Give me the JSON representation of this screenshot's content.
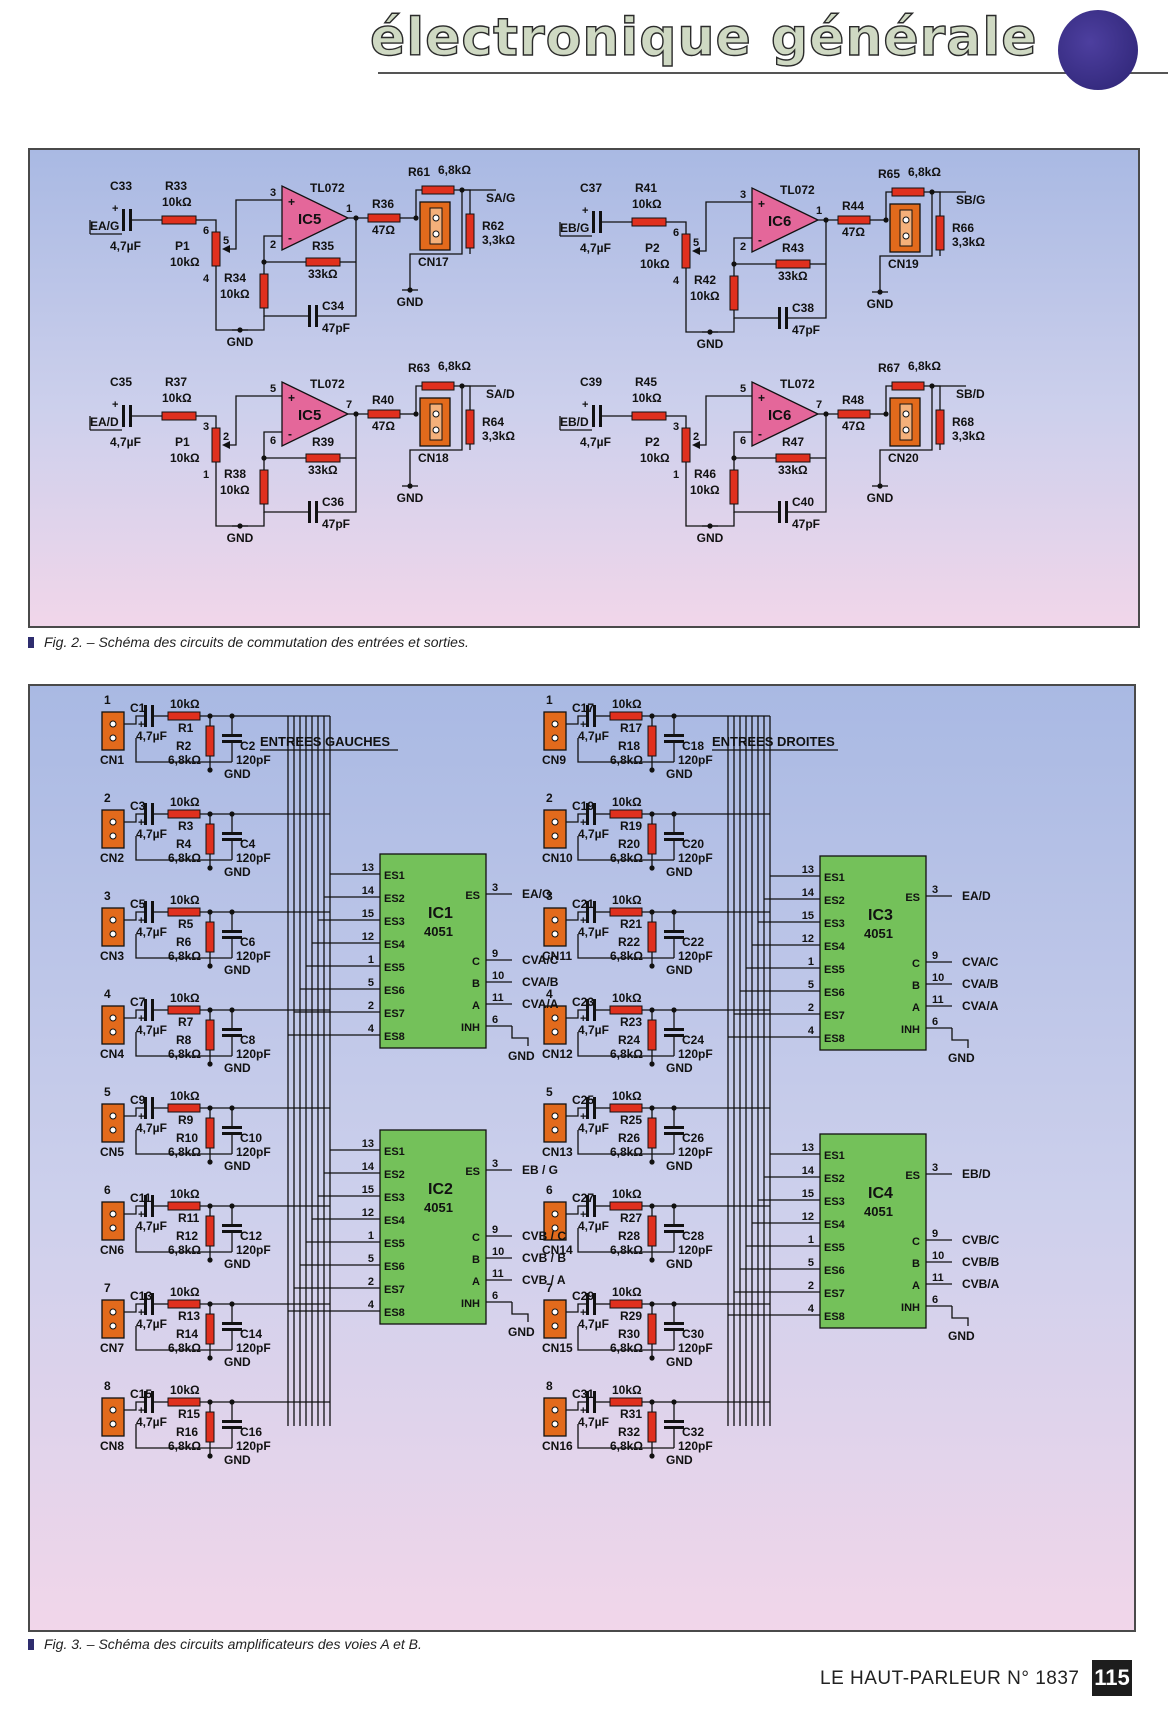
{
  "header": {
    "section_title": "électronique générale"
  },
  "fig2": {
    "caption": "Fig. 2. – Schéma des circuits de commutation des entrées et sorties.",
    "blocks": [
      {
        "in_label": "EA/G",
        "out_label": "SA/G",
        "ic": "IC5",
        "ic_type": "TL072",
        "cap": "C33",
        "cap_val": "4,7µF",
        "r_in": "R33",
        "r_in_val": "10kΩ",
        "pot": "P1",
        "pot_val": "10kΩ",
        "pot_pins": [
          "6",
          "5",
          "4"
        ],
        "opamp_pins": [
          "3",
          "2",
          "1"
        ],
        "r_out": "R36",
        "r_out_val": "47Ω",
        "r_fb": "R35",
        "r_fb_val": "33kΩ",
        "r_gnd": "R34",
        "r_gnd_val": "10kΩ",
        "c_fb": "C34",
        "c_fb_val": "47pF",
        "r_top": "R61",
        "r_top_val": "6,8kΩ",
        "r_side": "R62",
        "r_side_val": "3,3kΩ",
        "cn": "CN17",
        "gnd": "GND"
      },
      {
        "in_label": "EB/G",
        "out_label": "SB/G",
        "ic": "IC6",
        "ic_type": "TL072",
        "cap": "C37",
        "cap_val": "4,7µF",
        "r_in": "R41",
        "r_in_val": "10kΩ",
        "pot": "P2",
        "pot_val": "10kΩ",
        "pot_pins": [
          "6",
          "5",
          "4"
        ],
        "opamp_pins": [
          "3",
          "2",
          "1"
        ],
        "r_out": "R44",
        "r_out_val": "47Ω",
        "r_fb": "R43",
        "r_fb_val": "33kΩ",
        "r_gnd": "R42",
        "r_gnd_val": "10kΩ",
        "c_fb": "C38",
        "c_fb_val": "47pF",
        "r_top": "R65",
        "r_top_val": "6,8kΩ",
        "r_side": "R66",
        "r_side_val": "3,3kΩ",
        "cn": "CN19",
        "gnd": "GND"
      },
      {
        "in_label": "EA/D",
        "out_label": "SA/D",
        "ic": "IC5",
        "ic_type": "TL072",
        "cap": "C35",
        "cap_val": "4,7µF",
        "r_in": "R37",
        "r_in_val": "10kΩ",
        "pot": "P1",
        "pot_val": "10kΩ",
        "pot_pins": [
          "3",
          "2",
          "1"
        ],
        "opamp_pins": [
          "5",
          "6",
          "7"
        ],
        "r_out": "R40",
        "r_out_val": "47Ω",
        "r_fb": "R39",
        "r_fb_val": "33kΩ",
        "r_gnd": "R38",
        "r_gnd_val": "10kΩ",
        "c_fb": "C36",
        "c_fb_val": "47pF",
        "r_top": "R63",
        "r_top_val": "6,8kΩ",
        "r_side": "R64",
        "r_side_val": "3,3kΩ",
        "cn": "CN18",
        "gnd": "GND"
      },
      {
        "in_label": "EB/D",
        "out_label": "SB/D",
        "ic": "IC6",
        "ic_type": "TL072",
        "cap": "C39",
        "cap_val": "4,7µF",
        "r_in": "R45",
        "r_in_val": "10kΩ",
        "pot": "P2",
        "pot_val": "10kΩ",
        "pot_pins": [
          "3",
          "2",
          "1"
        ],
        "opamp_pins": [
          "5",
          "6",
          "7"
        ],
        "r_out": "R48",
        "r_out_val": "47Ω",
        "r_fb": "R47",
        "r_fb_val": "33kΩ",
        "r_gnd": "R46",
        "r_gnd_val": "10kΩ",
        "c_fb": "C40",
        "c_fb_val": "47pF",
        "r_top": "R67",
        "r_top_val": "6,8kΩ",
        "r_side": "R68",
        "r_side_val": "3,3kΩ",
        "cn": "CN20",
        "gnd": "GND"
      }
    ]
  },
  "fig3": {
    "caption": "Fig. 3. – Schéma des circuits amplificateurs des voies A et B.",
    "section_titles": [
      "ENTREES GAUCHES",
      "ENTREES DROITES"
    ],
    "input_cap_val": "4,7µF",
    "r_series_val": "10kΩ",
    "r_shunt_val": "6,8kΩ",
    "c_shunt_val": "120pF",
    "gnd": "GND",
    "inputs_left": [
      {
        "num": "1",
        "cn": "CN1",
        "c": "C1",
        "r1": "R1",
        "r2": "R2",
        "c2": "C2"
      },
      {
        "num": "2",
        "cn": "CN2",
        "c": "C3",
        "r1": "R3",
        "r2": "R4",
        "c2": "C4"
      },
      {
        "num": "3",
        "cn": "CN3",
        "c": "C5",
        "r1": "R5",
        "r2": "R6",
        "c2": "C6"
      },
      {
        "num": "4",
        "cn": "CN4",
        "c": "C7",
        "r1": "R7",
        "r2": "R8",
        "c2": "C8"
      },
      {
        "num": "5",
        "cn": "CN5",
        "c": "C9",
        "r1": "R9",
        "r2": "R10",
        "c2": "C10"
      },
      {
        "num": "6",
        "cn": "CN6",
        "c": "C11",
        "r1": "R11",
        "r2": "R12",
        "c2": "C12"
      },
      {
        "num": "7",
        "cn": "CN7",
        "c": "C13",
        "r1": "R13",
        "r2": "R14",
        "c2": "C14"
      },
      {
        "num": "8",
        "cn": "CN8",
        "c": "C15",
        "r1": "R15",
        "r2": "R16",
        "c2": "C16"
      }
    ],
    "inputs_right": [
      {
        "num": "1",
        "cn": "CN9",
        "c": "C17",
        "r1": "R17",
        "r2": "R18",
        "c2": "C18"
      },
      {
        "num": "2",
        "cn": "CN10",
        "c": "C19",
        "r1": "R19",
        "r2": "R20",
        "c2": "C20"
      },
      {
        "num": "3",
        "cn": "CN11",
        "c": "C21",
        "r1": "R21",
        "r2": "R22",
        "c2": "C22"
      },
      {
        "num": "4",
        "cn": "CN12",
        "c": "C23",
        "r1": "R23",
        "r2": "R24",
        "c2": "C24"
      },
      {
        "num": "5",
        "cn": "CN13",
        "c": "C25",
        "r1": "R25",
        "r2": "R26",
        "c2": "C26"
      },
      {
        "num": "6",
        "cn": "CN14",
        "c": "C27",
        "r1": "R27",
        "r2": "R28",
        "c2": "C28"
      },
      {
        "num": "7",
        "cn": "CN15",
        "c": "C29",
        "r1": "R29",
        "r2": "R30",
        "c2": "C30"
      },
      {
        "num": "8",
        "cn": "CN16",
        "c": "C31",
        "r1": "R31",
        "r2": "R32",
        "c2": "C32"
      }
    ],
    "es_pins": [
      {
        "pin": "13",
        "label": "ES1"
      },
      {
        "pin": "14",
        "label": "ES2"
      },
      {
        "pin": "15",
        "label": "ES3"
      },
      {
        "pin": "12",
        "label": "ES4"
      },
      {
        "pin": "1",
        "label": "ES5"
      },
      {
        "pin": "5",
        "label": "ES6"
      },
      {
        "pin": "2",
        "label": "ES7"
      },
      {
        "pin": "4",
        "label": "ES8"
      }
    ],
    "muxes": [
      {
        "name": "IC1",
        "type": "4051",
        "es_out": "EA/G",
        "c": "CVA/C",
        "b": "CVA/B",
        "a": "CVA/A"
      },
      {
        "name": "IC2",
        "type": "4051",
        "es_out": "EB / G",
        "c": "CVB / C",
        "b": "CVB / B",
        "a": "CVB / A"
      },
      {
        "name": "IC3",
        "type": "4051",
        "es_out": "EA/D",
        "c": "CVA/C",
        "b": "CVA/B",
        "a": "CVA/A"
      },
      {
        "name": "IC4",
        "type": "4051",
        "es_out": "EB/D",
        "c": "CVB/C",
        "b": "CVB/B",
        "a": "CVB/A"
      }
    ],
    "mux_right_pins": {
      "es": "3",
      "c": "9",
      "b": "10",
      "a": "11",
      "inh": "6"
    },
    "mux_right_labels": {
      "es": "ES",
      "c": "C",
      "b": "B",
      "a": "A",
      "inh": "INH"
    }
  },
  "footer": {
    "magazine": "LE HAUT-PARLEUR N° 1837",
    "page": "115"
  },
  "colors": {
    "opamp": "#e4679a",
    "mux": "#74c15a",
    "resistor": "#e0301e",
    "connector": "#e26a1c"
  }
}
